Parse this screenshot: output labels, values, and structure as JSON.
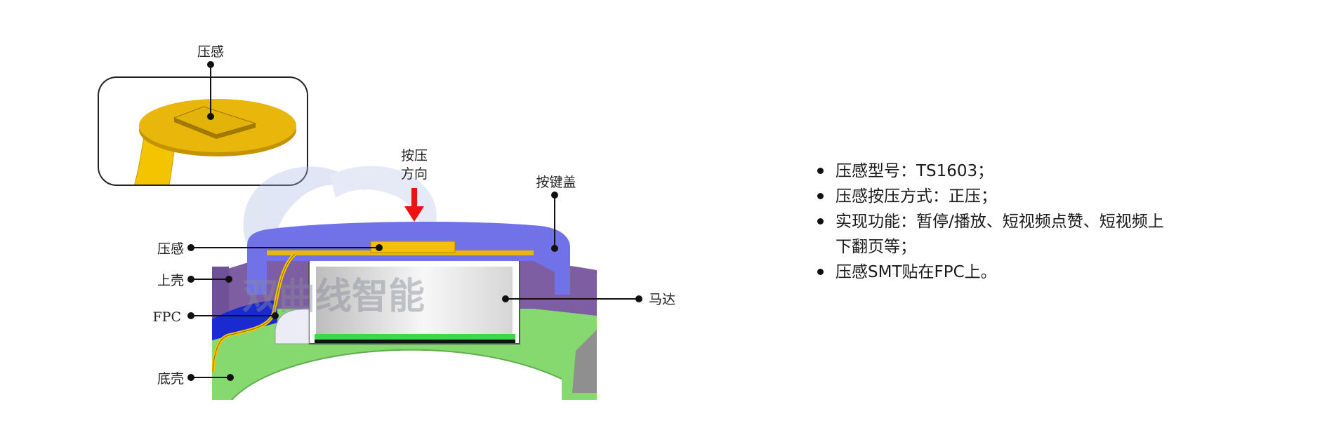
{
  "labels": {
    "inset_sensor": "压感",
    "press_direction_line1": "按压",
    "press_direction_line2": "方向",
    "key_cap": "按键盖",
    "sensor": "压感",
    "upper_shell": "上壳",
    "fpc": "FPC",
    "bottom_shell": "底壳",
    "motor": "马达"
  },
  "watermark": {
    "text": "双曲线智能"
  },
  "bullets": [
    "压感型号：TS1603；",
    "压感按压方式：正压；",
    "实现功能：暂停/播放、短视频点赞、短视频上下翻页等；",
    "压感SMT贴在FPC上。"
  ],
  "colors": {
    "key_cap": "#7272e8",
    "upper_shell": "#7d5ea3",
    "bottom_shell": "#86d96f",
    "sensor_gold": "#e9b70c",
    "press_arrow": "#ee1111",
    "fpc_blue": "#1a2ad0",
    "inset_border": "#222222"
  }
}
